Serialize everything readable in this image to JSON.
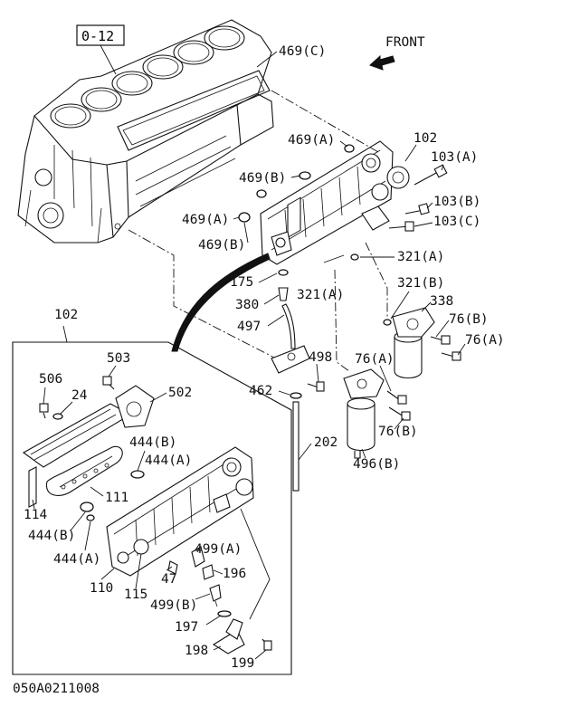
{
  "ref_box": "0-12",
  "direction_label": "FRONT",
  "image_code": "050A0211008",
  "inset_label": "102",
  "labels": {
    "l_469c": "469(C)",
    "l_469a_1": "469(A)",
    "l_102_top": "102",
    "l_103a": "103(A)",
    "l_469b_1": "469(B)",
    "l_103b": "103(B)",
    "l_469a_2": "469(A)",
    "l_103c": "103(C)",
    "l_469b_2": "469(B)",
    "l_321a_1": "321(A)",
    "l_175": "175",
    "l_321b": "321(B)",
    "l_380": "380",
    "l_321a_2": "321(A)",
    "l_338": "338",
    "l_497": "497",
    "l_76b_1": "76(B)",
    "l_76a_1": "76(A)",
    "l_503": "503",
    "l_498": "498",
    "l_76a_2": "76(A)",
    "l_506": "506",
    "l_502": "502",
    "l_24": "24",
    "l_462": "462",
    "l_76b_2": "76(B)",
    "l_444b_1": "444(B)",
    "l_202": "202",
    "l_444a_1": "444(A)",
    "l_496b": "496(B)",
    "l_111": "111",
    "l_114": "114",
    "l_444b_2": "444(B)",
    "l_499a": "499(A)",
    "l_444a_2": "444(A)",
    "l_196": "196",
    "l_47": "47",
    "l_110": "110",
    "l_115": "115",
    "l_499b": "499(B)",
    "l_197": "197",
    "l_198": "198",
    "l_199": "199"
  }
}
